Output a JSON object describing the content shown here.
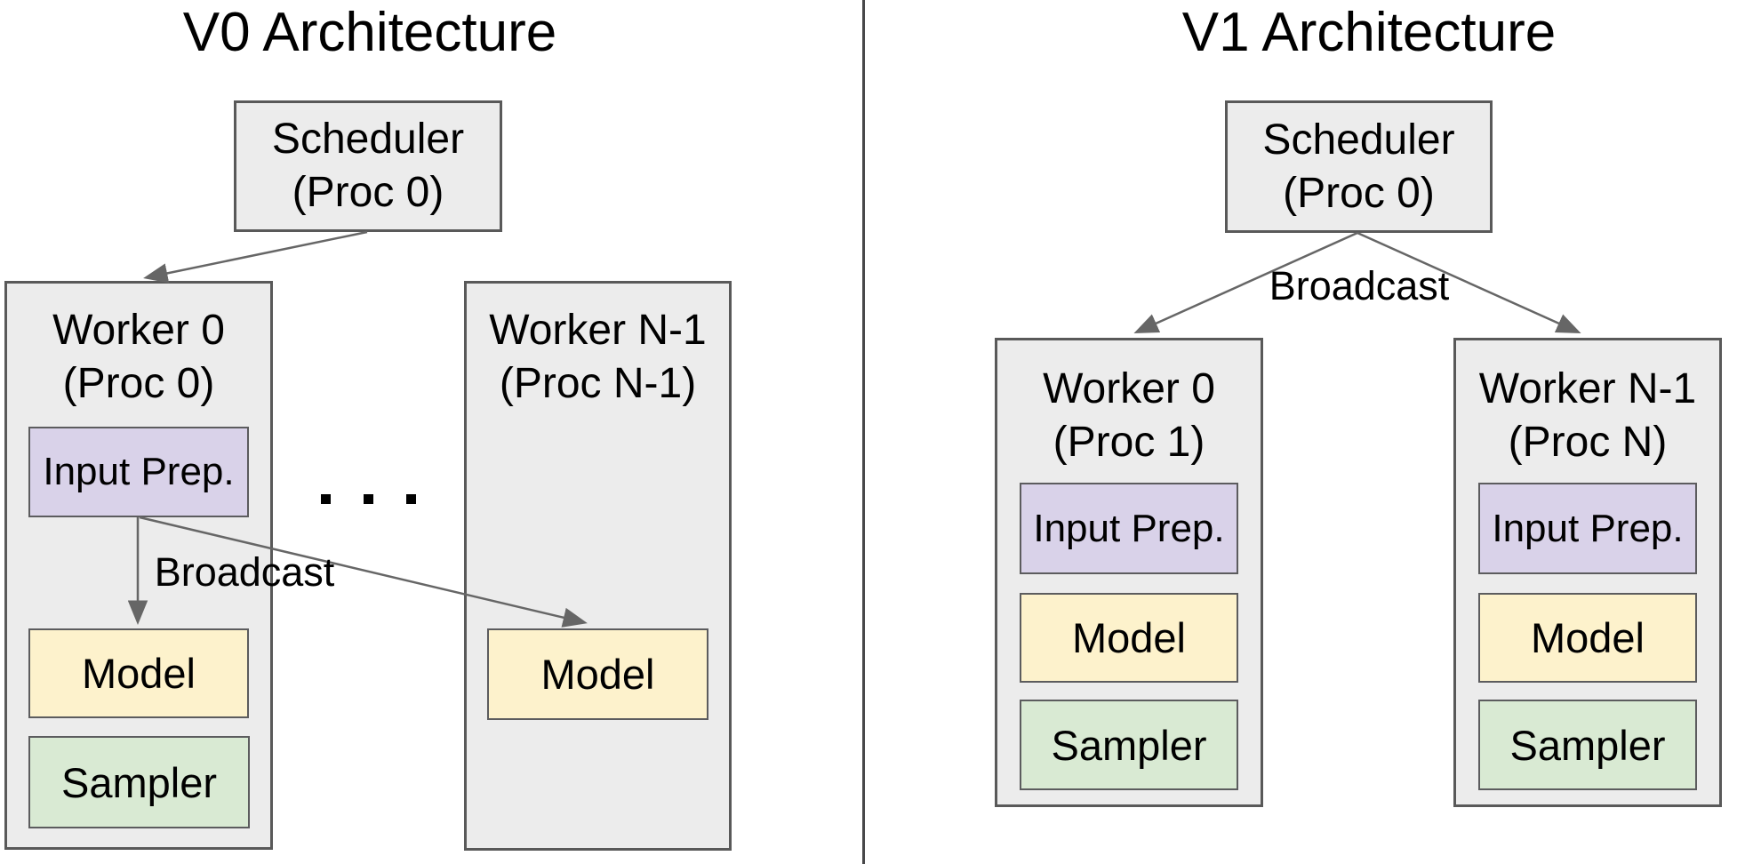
{
  "colors": {
    "container_fill": "#ececec",
    "container_border": "#595959",
    "input_prep_fill": "#d9d2e9",
    "model_fill": "#fdf2cc",
    "sampler_fill": "#d9ead3",
    "arrow": "#666666",
    "divider": "#48484a",
    "text": "#000000"
  },
  "v0": {
    "title": "V0 Architecture",
    "scheduler": {
      "name": "Scheduler",
      "proc": "(Proc 0)"
    },
    "broadcast_label": "Broadcast",
    "ellipsis_label": "...",
    "workers": [
      {
        "name": "Worker 0",
        "proc": "(Proc 0)",
        "components": [
          {
            "label": "Input Prep."
          },
          {
            "label": "Model"
          },
          {
            "label": "Sampler"
          }
        ]
      },
      {
        "name": "Worker N-1",
        "proc": "(Proc N-1)",
        "components": [
          {
            "label": "Model"
          }
        ]
      }
    ]
  },
  "v1": {
    "title": "V1 Architecture",
    "scheduler": {
      "name": "Scheduler",
      "proc": "(Proc 0)"
    },
    "broadcast_label": "Broadcast",
    "ellipsis_label": "...",
    "workers": [
      {
        "name": "Worker 0",
        "proc": "(Proc 1)",
        "components": [
          {
            "label": "Input Prep."
          },
          {
            "label": "Model"
          },
          {
            "label": "Sampler"
          }
        ]
      },
      {
        "name": "Worker N-1",
        "proc": "(Proc N)",
        "components": [
          {
            "label": "Input Prep."
          },
          {
            "label": "Model"
          },
          {
            "label": "Sampler"
          }
        ]
      }
    ]
  }
}
